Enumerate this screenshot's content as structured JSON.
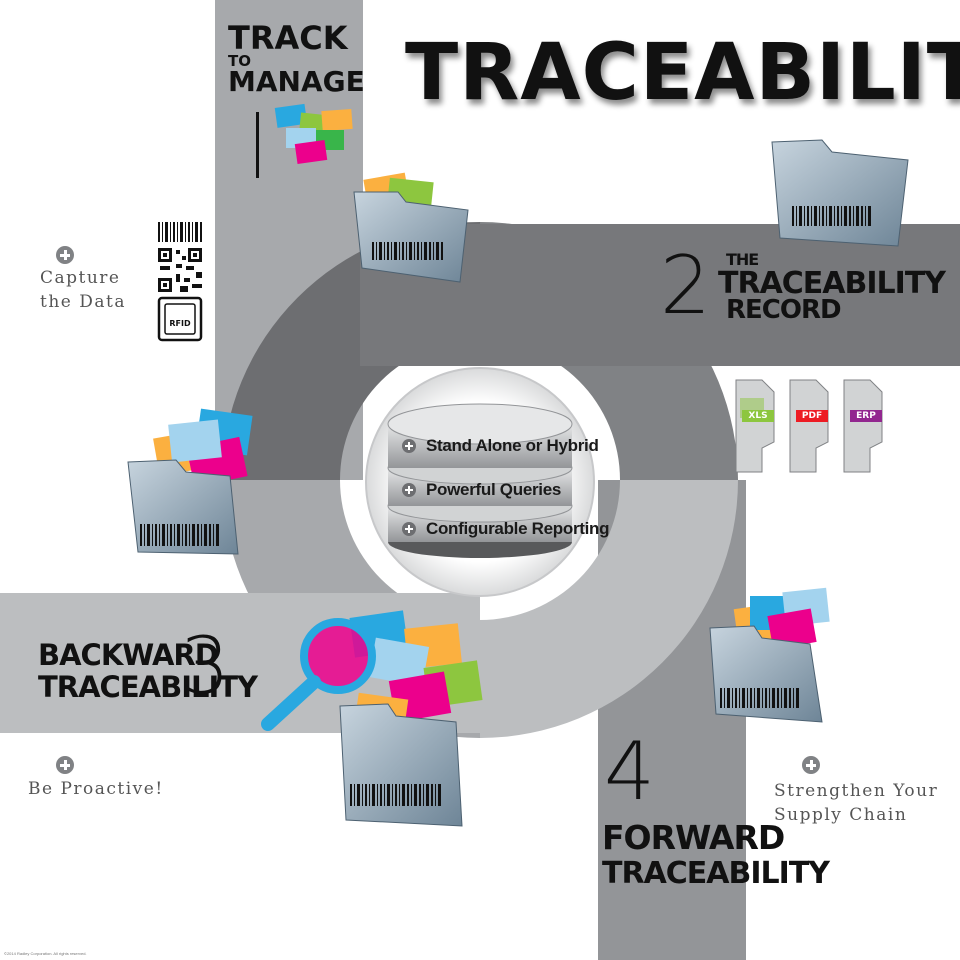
{
  "title": "TRACEABILITY",
  "step1": {
    "line1": "TRACK",
    "line2": "TO",
    "line3": "MANAGE",
    "number": "1"
  },
  "step2": {
    "number": "2",
    "line1": "THE",
    "line2": "TRACEABILITY",
    "line3": "RECORD"
  },
  "step3": {
    "line1": "BACKWARD",
    "line2": "TRACEABILITY",
    "number": "3"
  },
  "step4": {
    "number": "4",
    "line1": "FORWARD",
    "line2": "TRACEABILITY"
  },
  "captions": {
    "capture": {
      "line1": "Capture",
      "line2": "the Data"
    },
    "proactive": "Be Proactive!",
    "strengthen": {
      "line1": "Strengthen Your",
      "line2": "Supply Chain"
    }
  },
  "hub": {
    "items": [
      "Stand Alone or Hybrid",
      "Powerful Queries",
      "Configurable Reporting"
    ]
  },
  "documents": [
    {
      "label": "XLS",
      "color": "#8dc63f"
    },
    {
      "label": "PDF",
      "color": "#ed1c24"
    },
    {
      "label": "ERP",
      "color": "#92278f"
    }
  ],
  "rfid_label": "RFID",
  "copyright": "©2014 Radley Corporation. All rights reserved.",
  "colors": {
    "band_top": "#a7a9ac",
    "band_right": "#77787b",
    "band_left": "#bcbec0",
    "band_bottom": "#939598",
    "ring": "#9d9fa2",
    "magnifier": "#29a8e0"
  }
}
